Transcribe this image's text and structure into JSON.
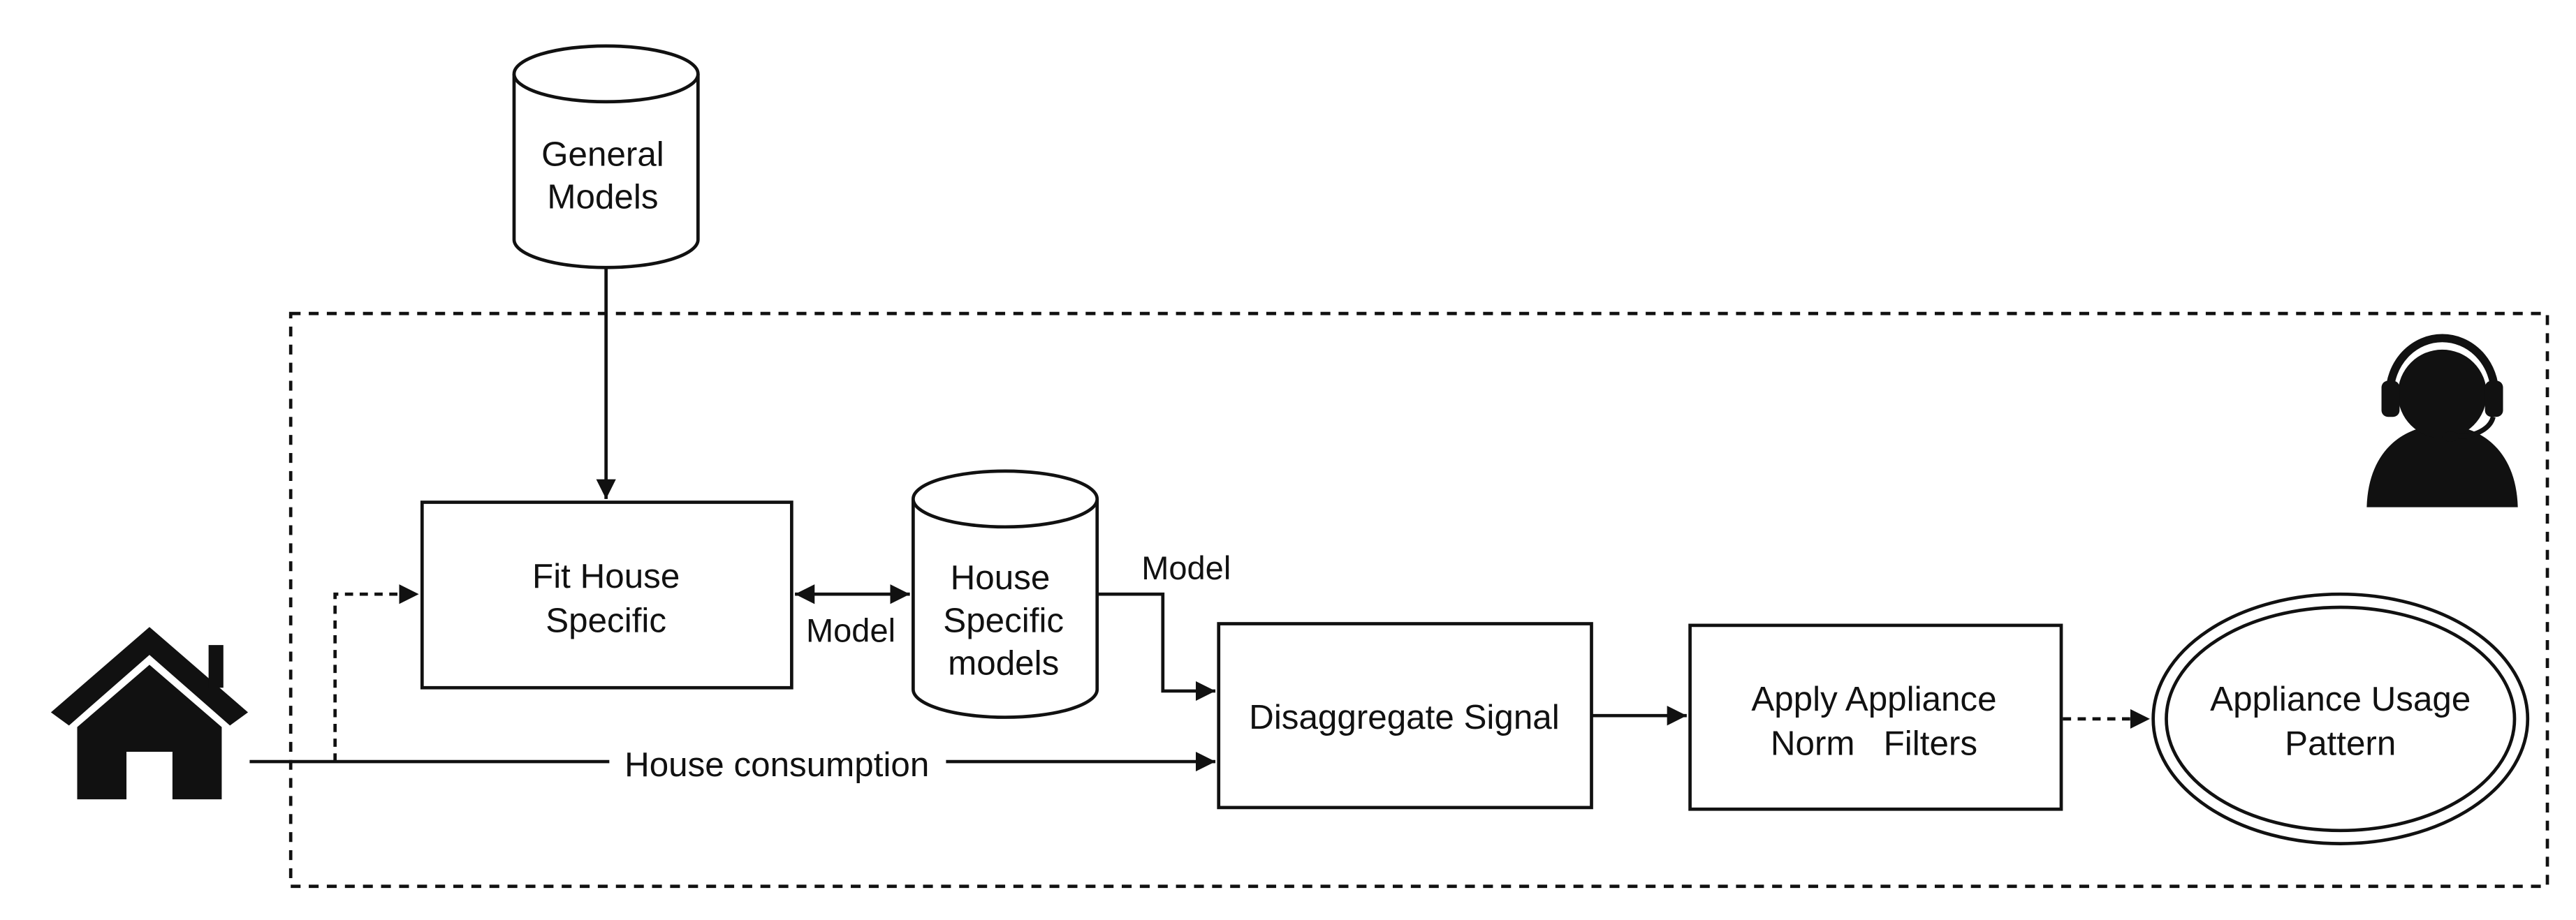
{
  "diagram": {
    "general_models": [
      "General",
      "Models"
    ],
    "fit_house": [
      "Fit House",
      "Specific"
    ],
    "model_label_left": "Model",
    "house_specific_models": [
      "House",
      "Specific",
      "models"
    ],
    "model_label_right": "Model",
    "disaggregate": "Disaggregate Signal",
    "apply_filters": [
      "Apply Appliance",
      "Norm   Filters"
    ],
    "usage_pattern": [
      "Appliance Usage",
      "Pattern"
    ],
    "house_consumption": "House consumption"
  },
  "icons": {
    "house": "house-icon",
    "operator": "headset-operator-icon"
  },
  "colors": {
    "stroke": "#111111",
    "background": "#ffffff"
  }
}
